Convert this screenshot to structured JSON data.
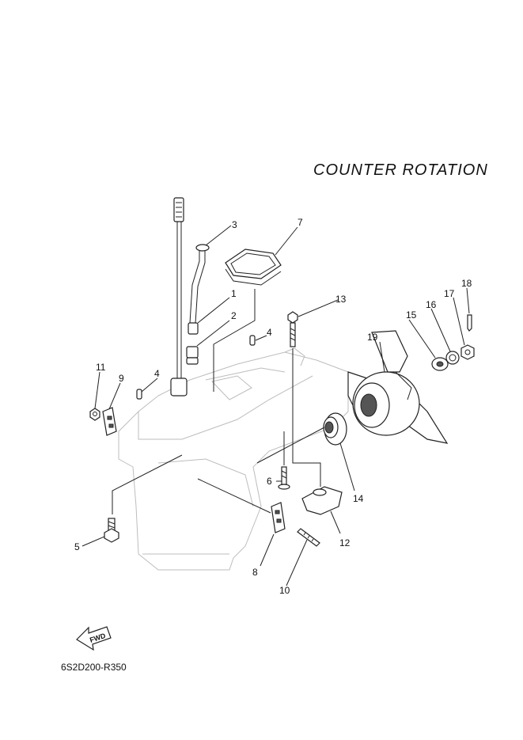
{
  "title": "COUNTER ROTATION",
  "diagram_code": "6S2D200-R350",
  "fwd_label": "FWD",
  "callouts": [
    {
      "n": "1"
    },
    {
      "n": "2"
    },
    {
      "n": "3"
    },
    {
      "n": "4"
    },
    {
      "n": "4"
    },
    {
      "n": "5"
    },
    {
      "n": "6"
    },
    {
      "n": "7"
    },
    {
      "n": "8"
    },
    {
      "n": "9"
    },
    {
      "n": "10"
    },
    {
      "n": "11"
    },
    {
      "n": "12"
    },
    {
      "n": "13"
    },
    {
      "n": "14"
    },
    {
      "n": "15"
    },
    {
      "n": "16"
    },
    {
      "n": "17"
    },
    {
      "n": "18"
    },
    {
      "n": "19"
    }
  ]
}
